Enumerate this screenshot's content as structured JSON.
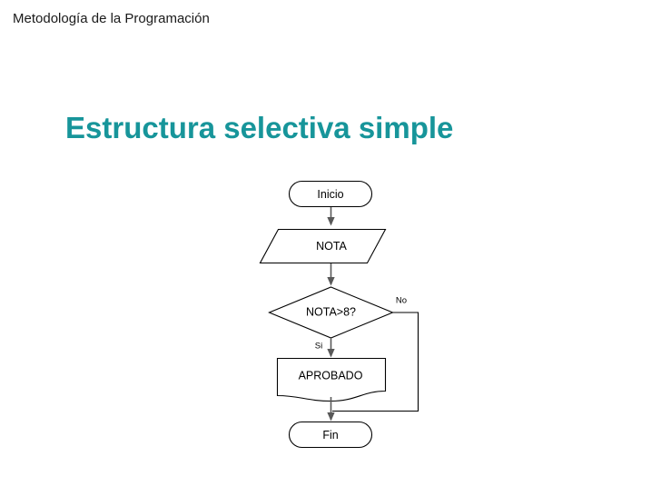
{
  "slide": {
    "header": "Metodología de la Programación",
    "title": "Estructura selectiva simple",
    "background_color": "#ffffff",
    "title_color": "#17959a",
    "text_color": "#000000"
  },
  "flowchart": {
    "name": "estructura-selectiva-simple",
    "nodes": [
      {
        "id": "inicio",
        "shape": "terminator",
        "label": "Inicio"
      },
      {
        "id": "nota",
        "shape": "parallelogram",
        "label": "NOTA"
      },
      {
        "id": "decision",
        "shape": "diamond",
        "label": "NOTA>8?"
      },
      {
        "id": "aprobado",
        "shape": "document",
        "label": "APROBADO"
      },
      {
        "id": "fin",
        "shape": "terminator",
        "label": "Fin"
      }
    ],
    "branch_labels": {
      "yes": "Si",
      "no": "No"
    },
    "shape_fill": "#ffffff",
    "shape_stroke": "#000000",
    "connector_color": "#595959"
  }
}
